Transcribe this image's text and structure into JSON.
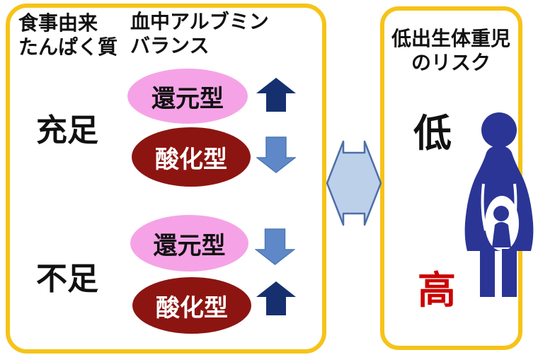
{
  "diagram_title": "dietary-protein-albumin-balance-and-low-birth-weight-risk",
  "left_panel": {
    "header_protein": {
      "line1": "食事由来",
      "line2": "たんぱく質"
    },
    "header_albumin": {
      "line1": "血中アルブミン",
      "line2": "バランス"
    },
    "rows": [
      {
        "label": "充足",
        "reduced": {
          "text": "還元型",
          "trend": "up",
          "ellipse_color": "#F5A3E6",
          "arrow_color": "#16306F"
        },
        "oxidized": {
          "text": "酸化型",
          "trend": "down",
          "ellipse_color": "#8C1511",
          "arrow_color": "#5E88C8"
        }
      },
      {
        "label": "不足",
        "reduced": {
          "text": "還元型",
          "trend": "down",
          "ellipse_color": "#F5A3E6",
          "arrow_color": "#5E88C8"
        },
        "oxidized": {
          "text": "酸化型",
          "trend": "up",
          "ellipse_color": "#8C1511",
          "arrow_color": "#16306F"
        }
      }
    ]
  },
  "connector": {
    "type": "left-right-double-arrow",
    "fill": "#BDD0EA",
    "stroke": "#4D6EA8"
  },
  "right_panel": {
    "header": {
      "line1": "低出生体重児",
      "line2": "のリスク"
    },
    "risk_low": "低",
    "risk_high": "高",
    "figure": "pregnant-woman",
    "risk_high_color": "#CC0000",
    "figure_color": "#2B3595"
  },
  "palette": {
    "panel_border": "#F6C318",
    "pink_ellipse": "#F5A3E6",
    "dark_red_ellipse": "#8C1511",
    "navy_arrow": "#16306F",
    "light_blue_arrow": "#5E88C8",
    "background": "#FFFFFF"
  }
}
